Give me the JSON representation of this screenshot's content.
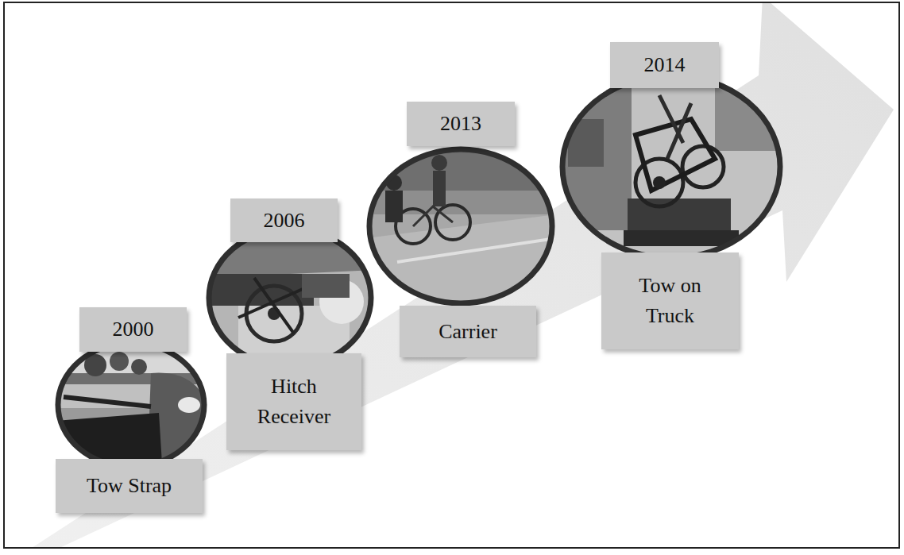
{
  "diagram": {
    "nodes": [
      {
        "text": [
          "2000"
        ]
      },
      {
        "text": [
          "Tow Strap"
        ]
      },
      {
        "text": [
          "2006"
        ]
      },
      {
        "text": [
          "Hitch Receiver"
        ]
      },
      {
        "text": [
          "2013"
        ]
      },
      {
        "text": [
          "Carrier"
        ]
      },
      {
        "text": [
          "2014"
        ]
      },
      {
        "text": [
          "Tow on Truck"
        ]
      }
    ]
  }
}
